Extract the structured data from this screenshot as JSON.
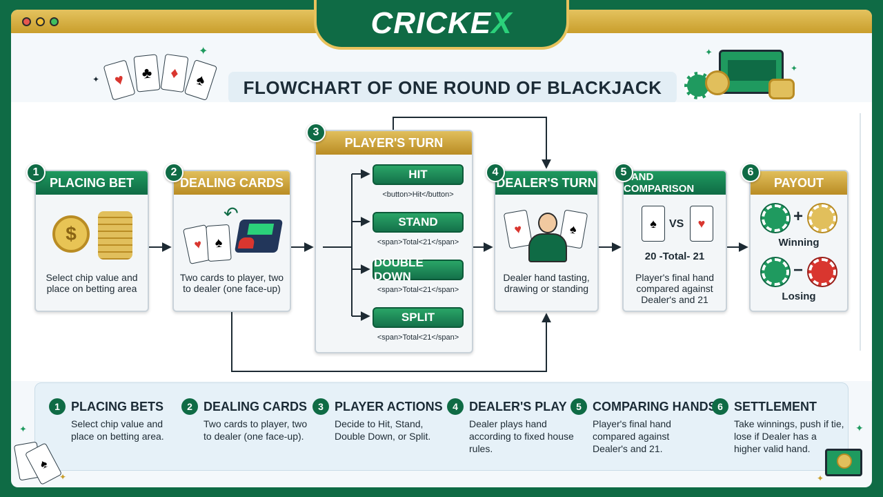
{
  "brand": {
    "logo_main": "CRICKE",
    "logo_x": "X"
  },
  "title": "FLOWCHART OF ONE ROUND OF BLACKJACK",
  "steps": [
    {
      "num": "1",
      "title": "PLACING BET",
      "desc": "Select chip value and place on betting area"
    },
    {
      "num": "2",
      "title": "DEALING CARDS",
      "desc": "Two cards to player, two to dealer (one face-up)"
    },
    {
      "num": "3",
      "title": "PLAYER'S TURN"
    },
    {
      "num": "4",
      "title": "DEALER'S TURN",
      "desc": "Dealer hand tasting, drawing or standing"
    },
    {
      "num": "5",
      "title": "HAND COMPARISON",
      "vs": "VS",
      "totals": "20 -Total- 21",
      "desc": "Player's final hand compared against Dealer's and 21"
    },
    {
      "num": "6",
      "title": "PAYOUT",
      "plus": "+",
      "minus": "−",
      "win": "Winning",
      "lose": "Losing"
    }
  ],
  "actions": [
    {
      "label": "HIT",
      "code": "<button>Hit</button>"
    },
    {
      "label": "STAND",
      "code": "<span>Total<21</span>"
    },
    {
      "label": "DOUBLE DOWN",
      "code": "<span>Total<21</span>"
    },
    {
      "label": "SPLIT",
      "code": "<span>Total<21</span>"
    }
  ],
  "legend": [
    {
      "num": "1",
      "title": "PLACING BETS",
      "desc": "Select chip value and place on betting area."
    },
    {
      "num": "2",
      "title": "DEALING CARDS",
      "desc": "Two cards to player, two to dealer (one face-up)."
    },
    {
      "num": "3",
      "title": "PLAYER ACTIONS",
      "desc": "Decide to Hit, Stand, Double Down, or Split."
    },
    {
      "num": "4",
      "title": "DEALER'S PLAY",
      "desc": "Dealer plays hand according to fixed house rules."
    },
    {
      "num": "5",
      "title": "COMPARING HANDS",
      "desc": "Player's final hand compared against Dealer's and 21."
    },
    {
      "num": "6",
      "title": "SETTLEMENT",
      "desc": "Take winnings, push if tie, lose if Dealer has a higher valid hand."
    }
  ],
  "colors": {
    "brand_green": "#0f6b45",
    "gold": "#c99e2c",
    "accent_green": "#2bd17a"
  }
}
